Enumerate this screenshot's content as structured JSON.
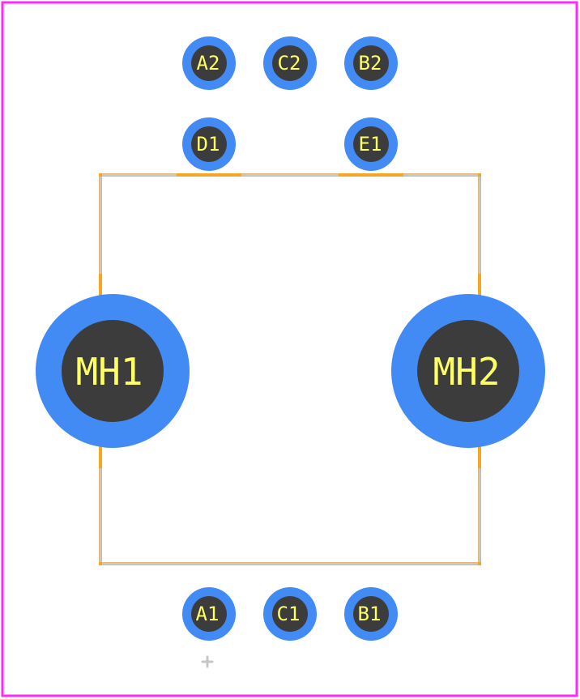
{
  "colors": {
    "board_outline": "#ff26ff",
    "pad_ring": "#428bf5",
    "pad_hole": "#3c3c3c",
    "label_text": "#ffff66",
    "silkscreen": "#f5a623",
    "courtyard": "#c8c8c8"
  },
  "pads": [
    {
      "label": "A2"
    },
    {
      "label": "C2"
    },
    {
      "label": "B2"
    },
    {
      "label": "D1"
    },
    {
      "label": "E1"
    },
    {
      "label": "A1"
    },
    {
      "label": "C1"
    },
    {
      "label": "B1"
    }
  ],
  "mounting_holes": [
    {
      "label": "MH1"
    },
    {
      "label": "MH2"
    }
  ]
}
